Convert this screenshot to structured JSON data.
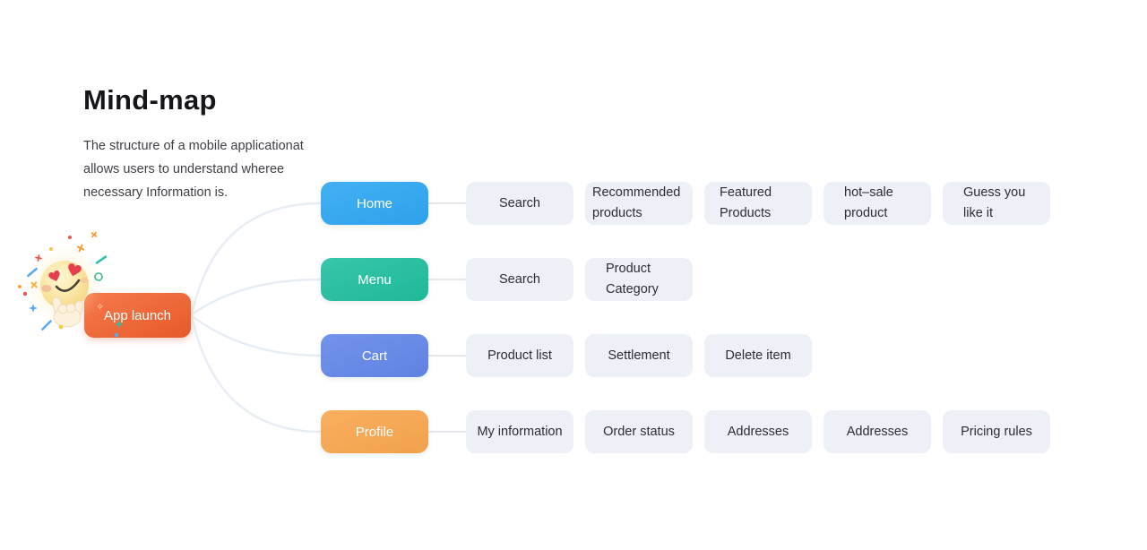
{
  "header": {
    "title": "Mind-map",
    "subtitle_lines": [
      "The structure of a mobile applicationat",
      "allows users to understand wheree",
      "necessary Information is."
    ]
  },
  "root_node": {
    "label": "App launch",
    "color": "#F4602B"
  },
  "branches": [
    {
      "label": "Home",
      "color": "#2EA7F2",
      "children": [
        "Search",
        "Recommended products",
        "Featured Products",
        "hot–sale product",
        "Guess you like it"
      ]
    },
    {
      "label": "Menu",
      "color": "#20BF9E",
      "children": [
        "Search",
        "Product Category"
      ]
    },
    {
      "label": "Cart",
      "color": "#6287E9",
      "children": [
        "Product list",
        "Settlement",
        "Delete item"
      ]
    },
    {
      "label": "Profile",
      "color": "#F9A64E",
      "children": [
        "My information",
        "Order status",
        "Addresses",
        "Addresses",
        "Pricing rules"
      ]
    }
  ],
  "decor": {
    "emoji": "heart-eyes-face-with-love-you-hand",
    "sparkle_glyph": "✧",
    "child_box_bg": "#EDF1F7",
    "curve_color": "#E8EDF5",
    "link_color": "#E4E7EC",
    "emoji_colors": {
      "face": "#FBE59B",
      "heart": "#E63E4D",
      "hand": "#FCF1DC"
    }
  }
}
